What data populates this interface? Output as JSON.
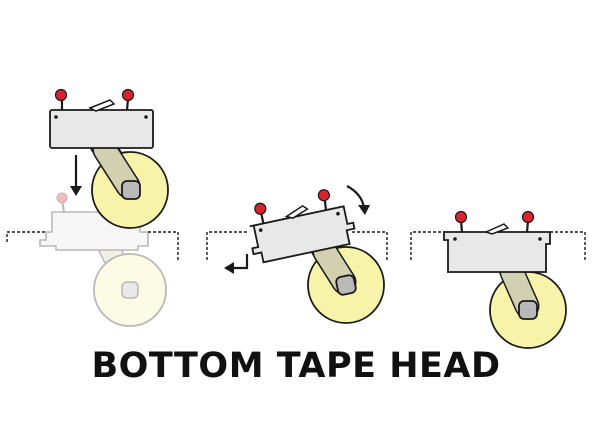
{
  "caption": "BOTTOM TAPE HEAD",
  "colors": {
    "outline": "#1a1a1a",
    "housing": "#e8e8e8",
    "roll": "#f7f3a8",
    "arm": "#d3cfb1",
    "hub": "#b9b9b9",
    "knob": "#d9232e"
  },
  "steps": [
    {
      "id": "step-1",
      "description": "Tape head lowered into table opening",
      "motion": "down-arrow"
    },
    {
      "id": "step-2",
      "description": "Tape head tilted and moved left into opening",
      "motion": "rotate-clockwise and left-arrow"
    },
    {
      "id": "step-3",
      "description": "Tape head seated in table opening",
      "motion": "none"
    }
  ]
}
